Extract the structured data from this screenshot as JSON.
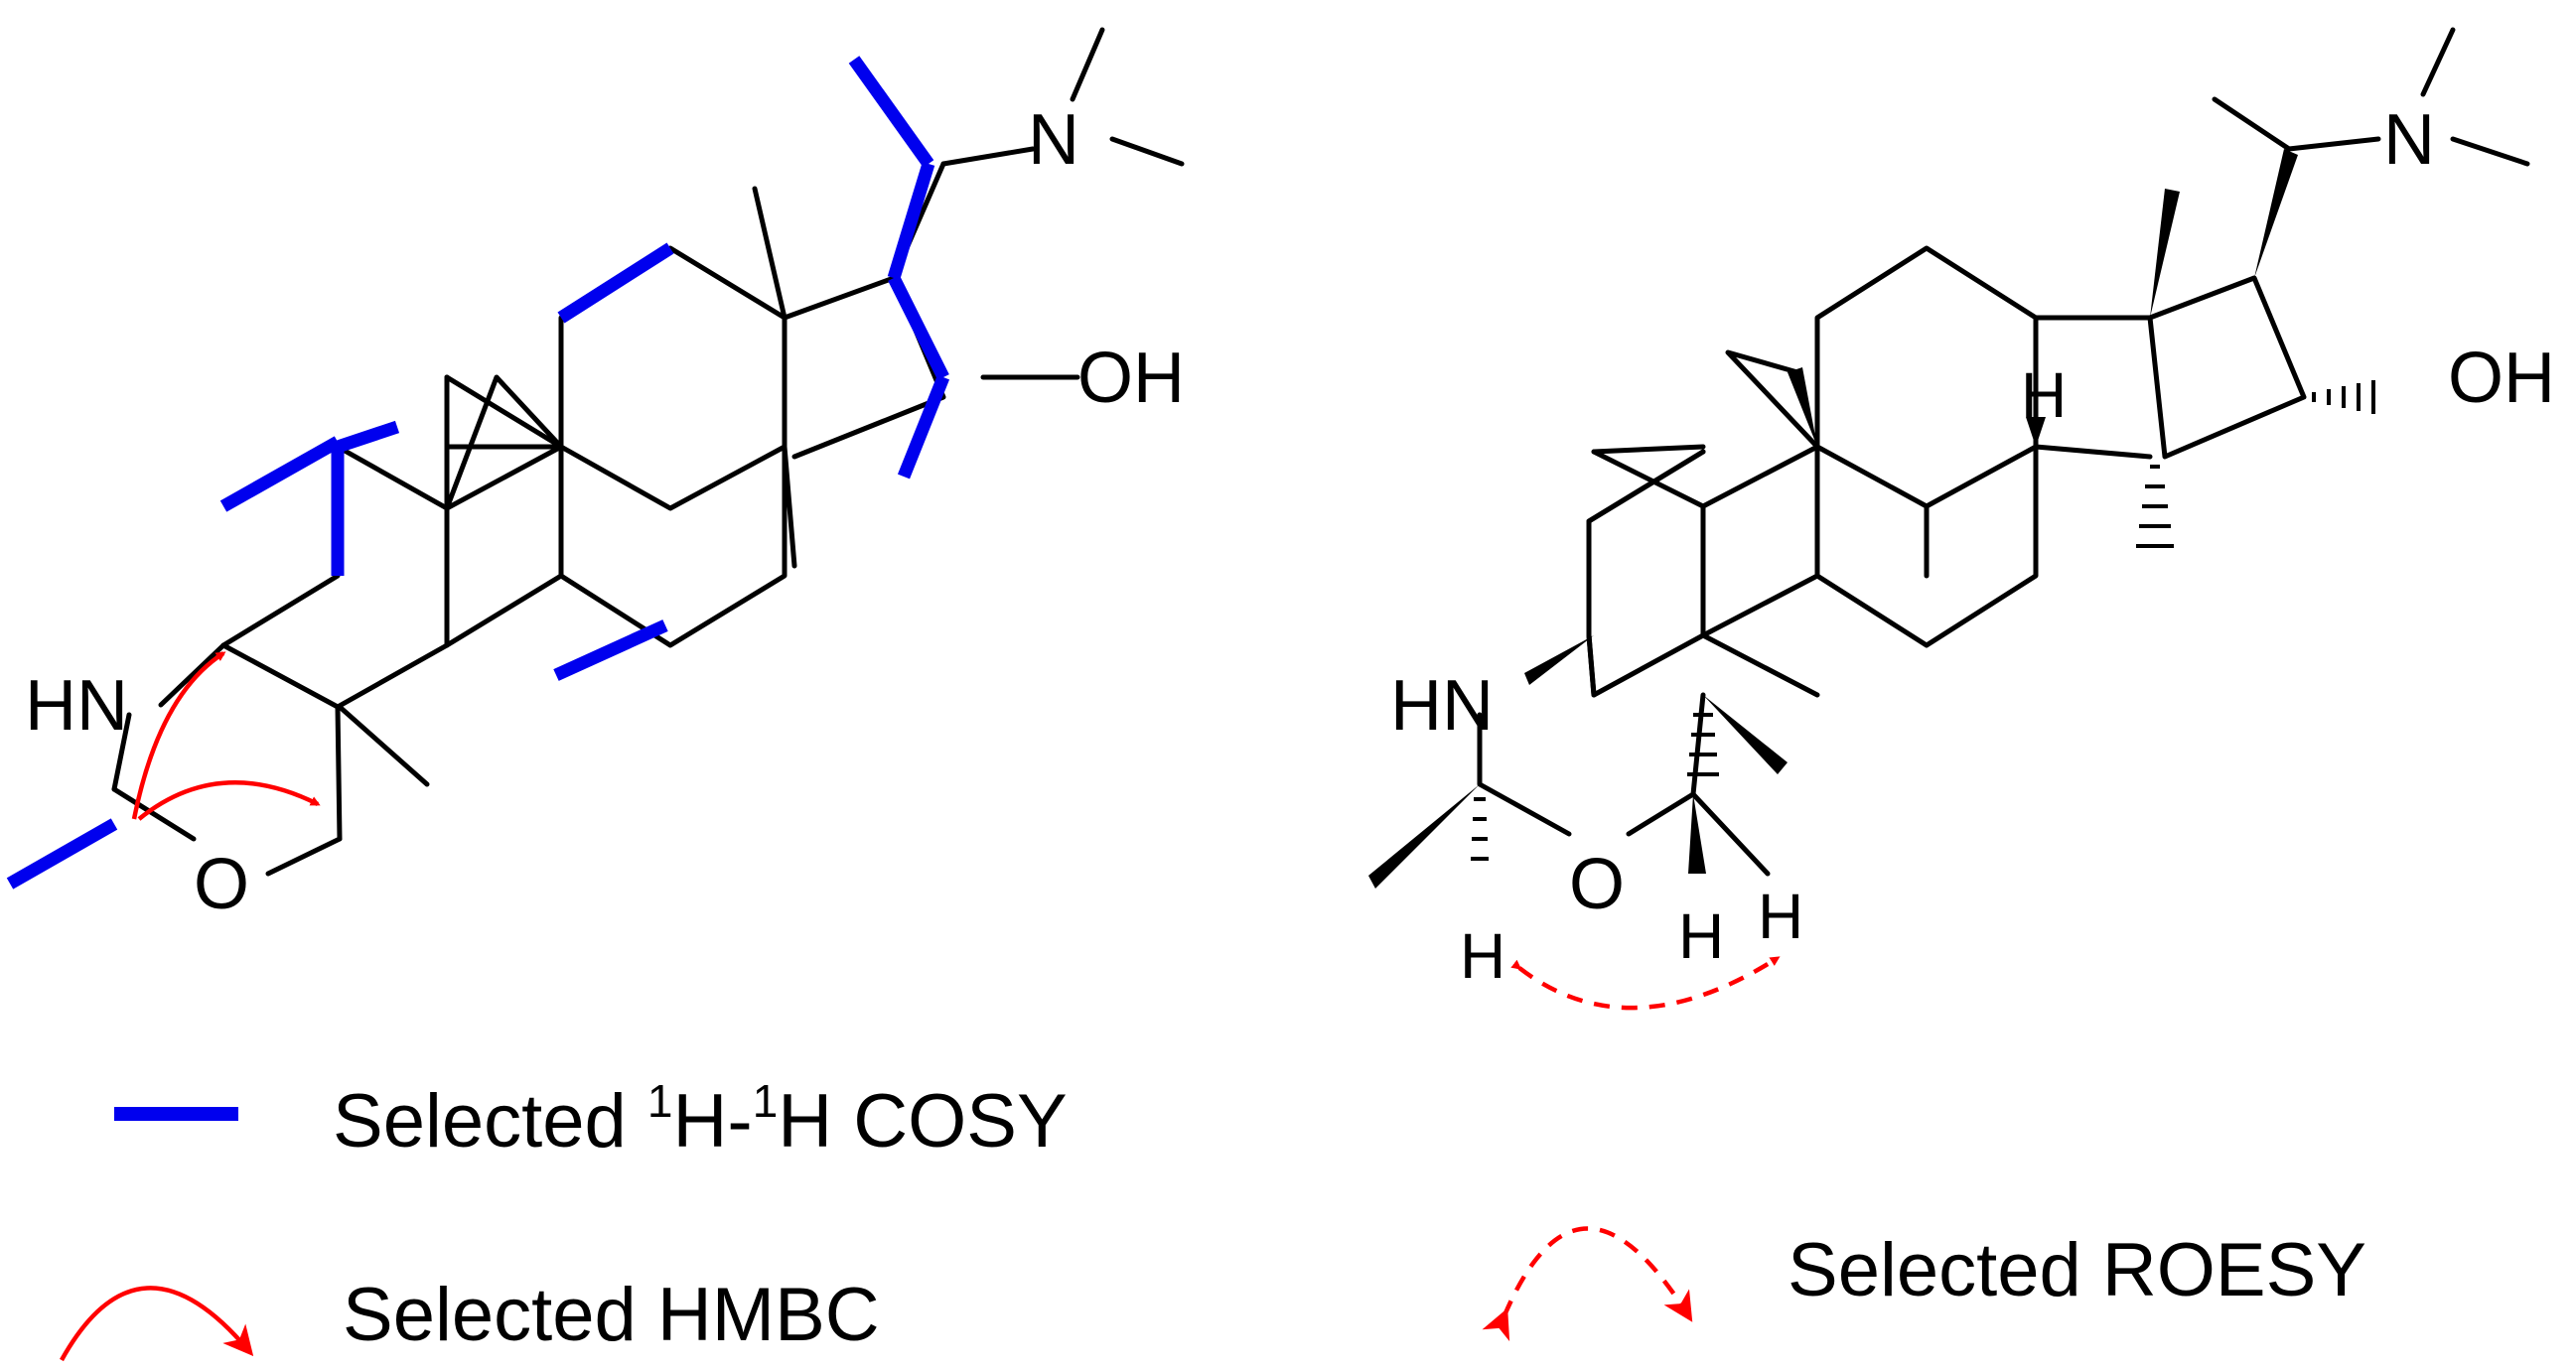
{
  "structure_left": {
    "atoms": {
      "n_dimethyl": "N",
      "hydroxyl": "OH",
      "amine": "HN",
      "ring_oxygen": "O"
    }
  },
  "structure_right": {
    "atoms": {
      "n_dimethyl": "N",
      "hydroxyl": "OH",
      "amine": "HN",
      "ring_oxygen": "O",
      "h_c8": "H",
      "h_c1": "H",
      "h_c2a": "H",
      "h_c2b": "H"
    }
  },
  "legend": {
    "cosy": {
      "prefix": "Selected ",
      "sup1": "1",
      "mid": "H-",
      "sup2": "1",
      "suffix": "H COSY",
      "color": "#0000ee"
    },
    "hmbc": {
      "label": "Selected HMBC",
      "color": "#ff0000"
    },
    "roesy": {
      "label": "Selected ROESY",
      "color": "#ff0000"
    }
  }
}
